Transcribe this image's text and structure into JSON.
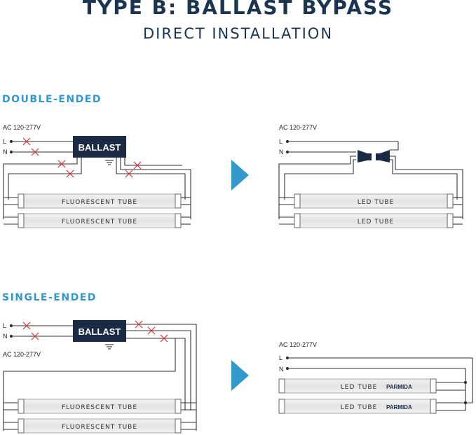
{
  "title": "TYPE B: BALLAST BYPASS",
  "subtitle": "DIRECT INSTALLATION",
  "colors": {
    "navy": "#1b3550",
    "accent": "#3399cc",
    "cross": "#d6333a",
    "wire": "#333333"
  },
  "sections": {
    "double": "DOUBLE-ENDED",
    "single": "SINGLE-ENDED"
  },
  "labels": {
    "voltage": "AC 120-277V",
    "line": "L",
    "neutral": "N",
    "ballast": "BALLAST",
    "fluorescent_tube": "FLUORESCENT TUBE",
    "led_tube": "LED TUBE",
    "brand": "PARMIDA"
  },
  "icons": {
    "arrow": "play-triangle-icon",
    "ground": "ground-icon",
    "connector": "wire-connector-icon"
  }
}
